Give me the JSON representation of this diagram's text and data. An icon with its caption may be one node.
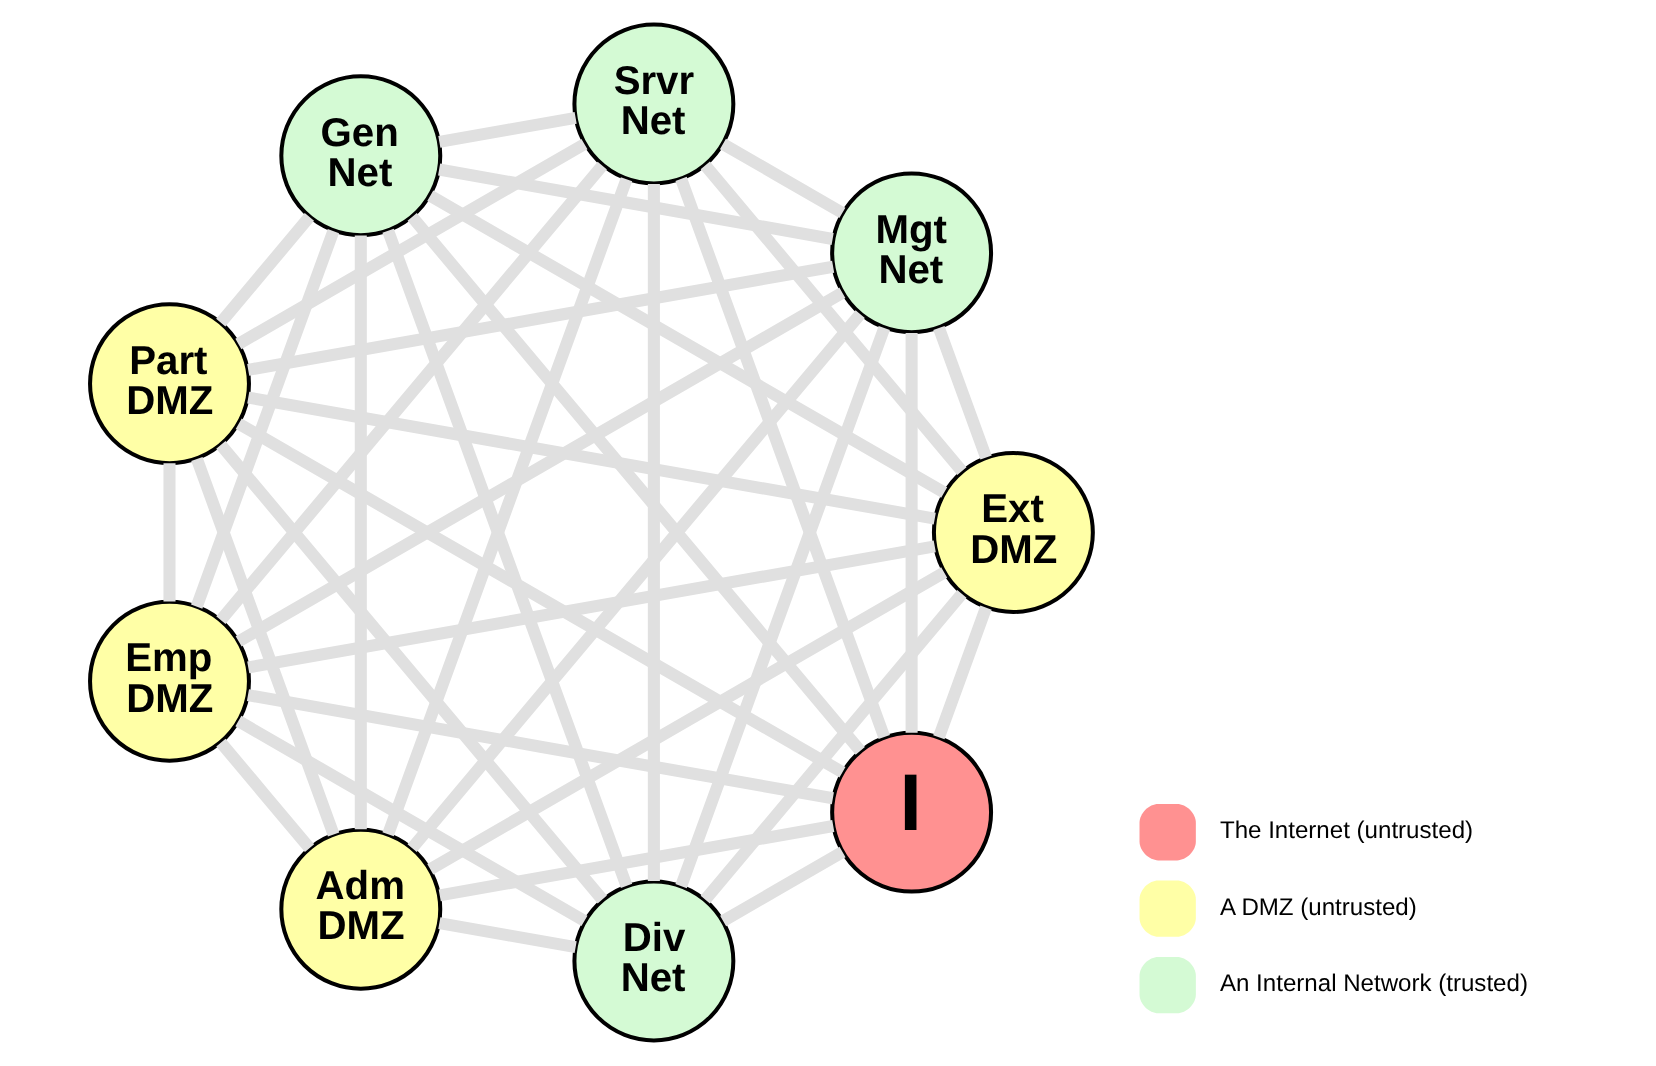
{
  "diagram": {
    "nodes": [
      {
        "text": [
          "I"
        ]
      },
      {
        "text": [
          "Ext DMZ"
        ]
      },
      {
        "text": [
          "Adm DMZ"
        ]
      },
      {
        "text": [
          "Emp DMZ"
        ]
      },
      {
        "text": [
          "Part DMZ"
        ]
      },
      {
        "text": [
          "Gen Net"
        ]
      },
      {
        "text": [
          "Srvr Net"
        ]
      },
      {
        "text": [
          "Mgt Net"
        ]
      },
      {
        "text": [
          "Div Net"
        ]
      }
    ],
    "edges": [
      {
        "from": 0,
        "to": 1,
        "arrow": "none"
      },
      {
        "from": 0,
        "to": 2,
        "arrow": "none"
      },
      {
        "from": 0,
        "to": 3,
        "arrow": "none"
      },
      {
        "from": 0,
        "to": 4,
        "arrow": "none"
      },
      {
        "from": 0,
        "to": 5,
        "arrow": "none"
      },
      {
        "from": 0,
        "to": 6,
        "arrow": "none"
      },
      {
        "from": 0,
        "to": 7,
        "arrow": "none"
      },
      {
        "from": 0,
        "to": 8,
        "arrow": "none"
      },
      {
        "from": 1,
        "to": 2,
        "arrow": "none"
      },
      {
        "from": 1,
        "to": 3,
        "arrow": "none"
      },
      {
        "from": 1,
        "to": 4,
        "arrow": "none"
      },
      {
        "from": 1,
        "to": 5,
        "arrow": "none"
      },
      {
        "from": 1,
        "to": 6,
        "arrow": "none"
      },
      {
        "from": 1,
        "to": 7,
        "arrow": "none"
      },
      {
        "from": 1,
        "to": 8,
        "arrow": "none"
      },
      {
        "from": 2,
        "to": 3,
        "arrow": "none"
      },
      {
        "from": 2,
        "to": 4,
        "arrow": "none"
      },
      {
        "from": 2,
        "to": 5,
        "arrow": "none"
      },
      {
        "from": 2,
        "to": 6,
        "arrow": "none"
      },
      {
        "from": 2,
        "to": 7,
        "arrow": "none"
      },
      {
        "from": 2,
        "to": 8,
        "arrow": "none"
      },
      {
        "from": 3,
        "to": 4,
        "arrow": "none"
      },
      {
        "from": 3,
        "to": 5,
        "arrow": "none"
      },
      {
        "from": 3,
        "to": 6,
        "arrow": "none"
      },
      {
        "from": 3,
        "to": 7,
        "arrow": "none"
      },
      {
        "from": 3,
        "to": 8,
        "arrow": "none"
      },
      {
        "from": 4,
        "to": 5,
        "arrow": "none"
      },
      {
        "from": 4,
        "to": 6,
        "arrow": "none"
      },
      {
        "from": 4,
        "to": 7,
        "arrow": "none"
      },
      {
        "from": 4,
        "to": 8,
        "arrow": "none"
      },
      {
        "from": 5,
        "to": 6,
        "arrow": "none"
      },
      {
        "from": 5,
        "to": 7,
        "arrow": "none"
      },
      {
        "from": 5,
        "to": 8,
        "arrow": "none"
      },
      {
        "from": 6,
        "to": 7,
        "arrow": "none"
      },
      {
        "from": 6,
        "to": 8,
        "arrow": "none"
      },
      {
        "from": 7,
        "to": 8,
        "arrow": "none"
      }
    ],
    "legend": [
      {
        "text": "The Internet (untrusted)",
        "color": "#ff9191"
      },
      {
        "text": "A DMZ (untrusted)",
        "color": "#ffffa6"
      },
      {
        "text": "An Internal Network (trusted)",
        "color": "#d4fad4"
      }
    ]
  }
}
